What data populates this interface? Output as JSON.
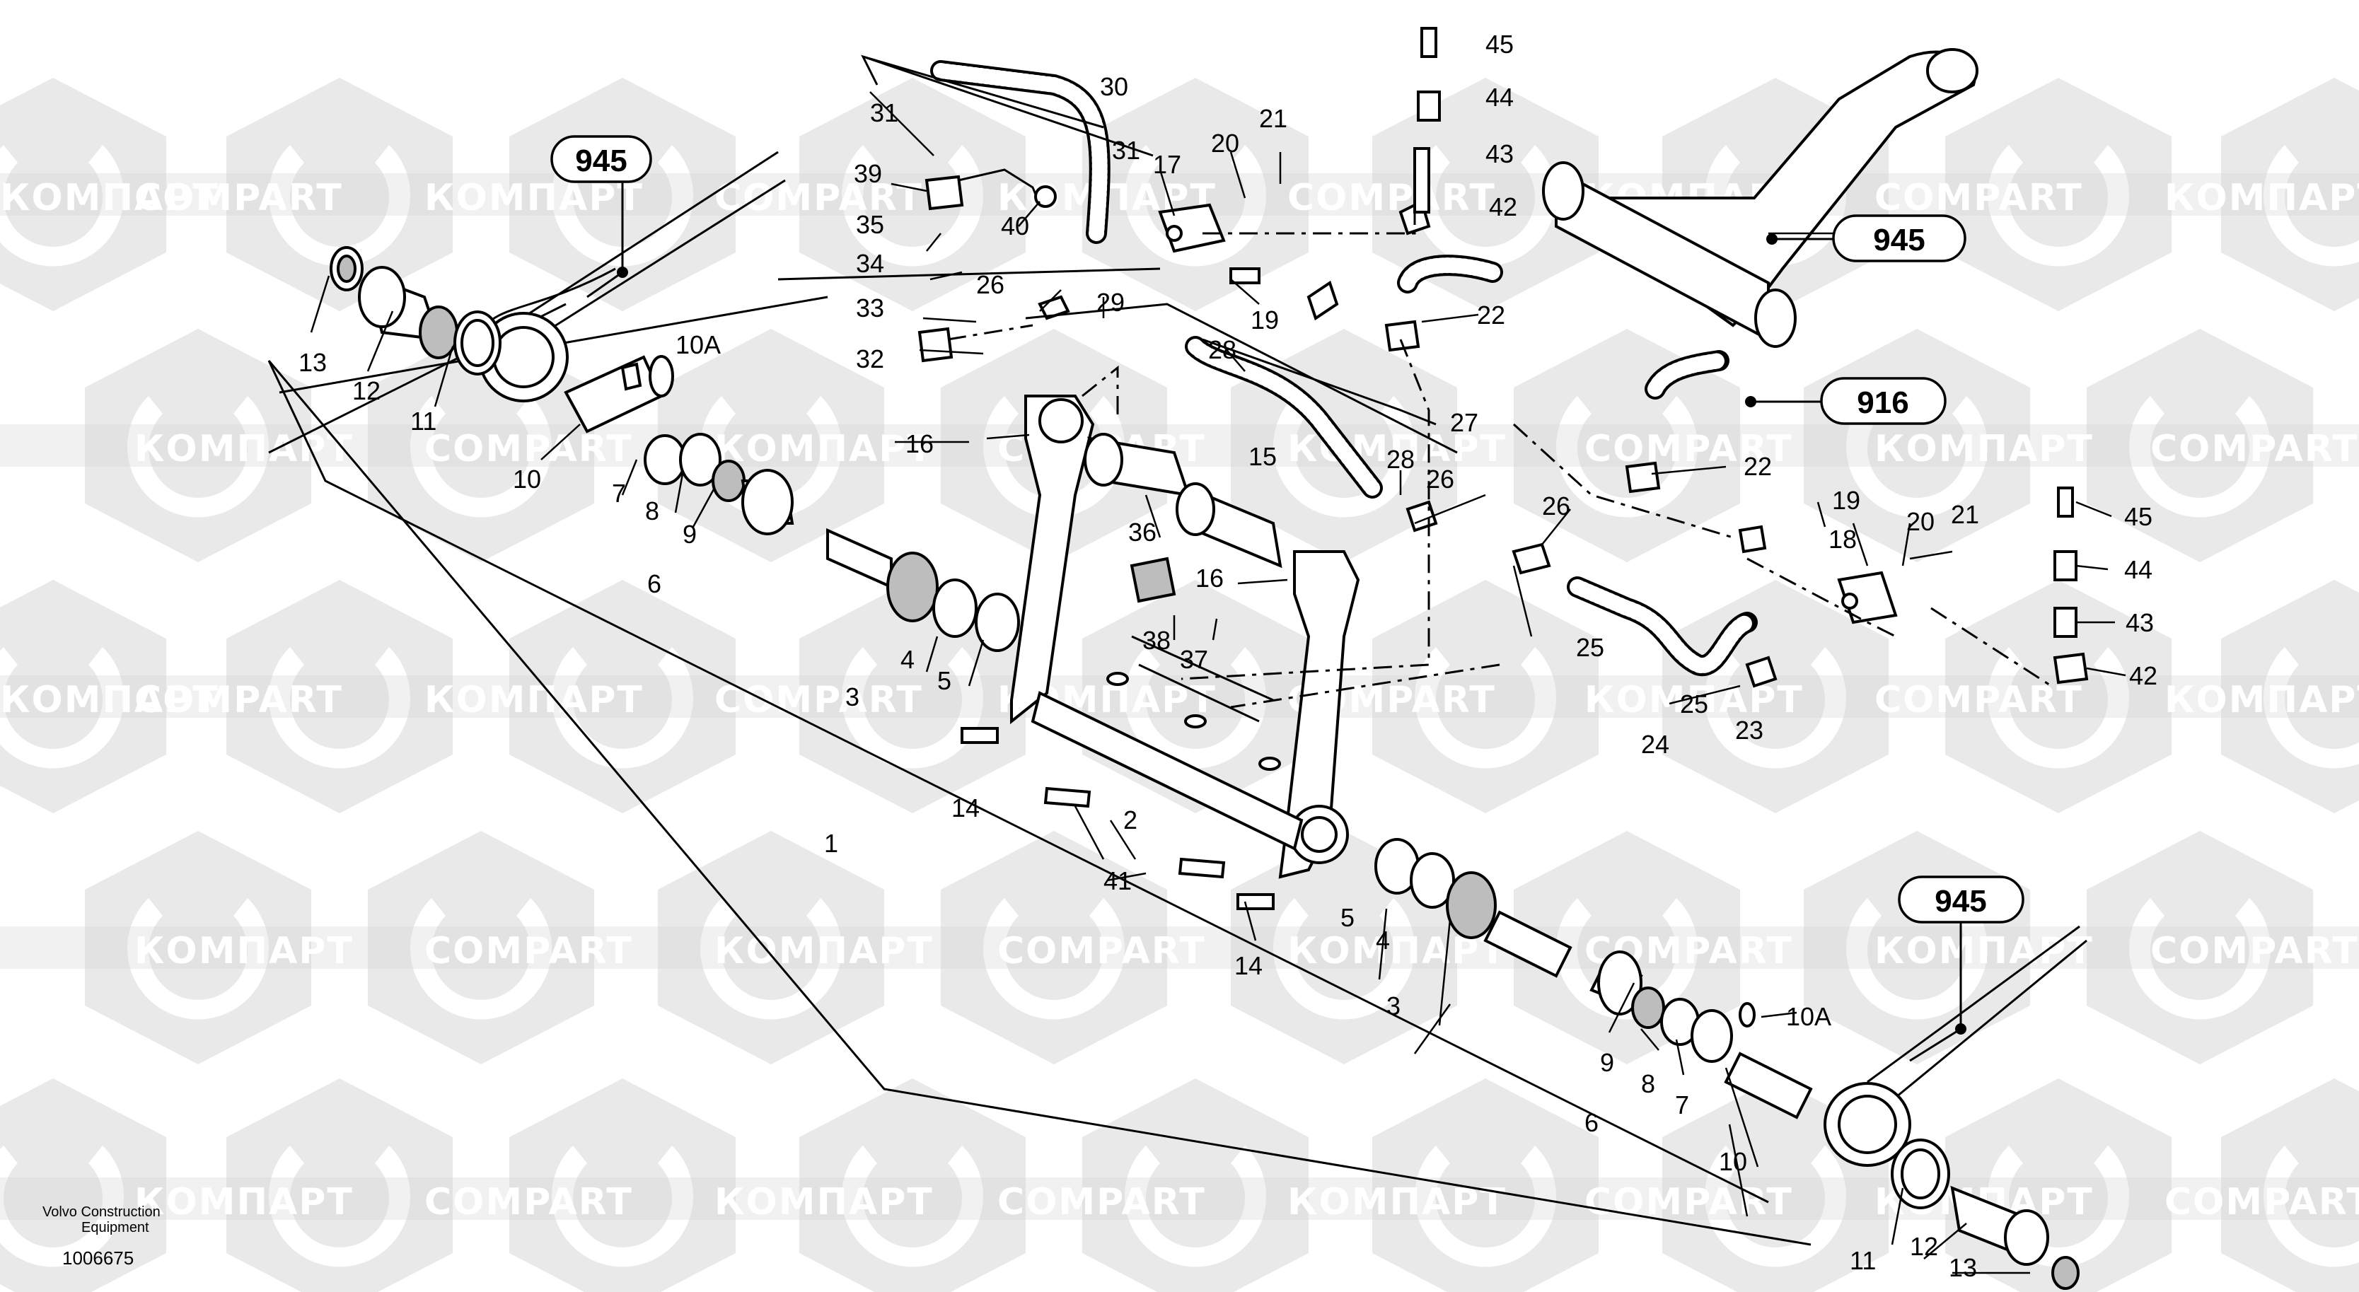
{
  "footer": {
    "maker_line1": "Volvo Construction",
    "maker_line2": "Equipment",
    "drawing_number": "1006675"
  },
  "watermark": {
    "cyrillic": "КОМПАРТ",
    "latin": "COMPART"
  },
  "references": {
    "ref_945_upper_left": "945",
    "ref_945_upper_right": "945",
    "ref_916": "916",
    "ref_945_lower_right": "945"
  },
  "callouts": {
    "c1": "1",
    "c2": "2",
    "c3a": "3",
    "c3b": "3",
    "c4a": "4",
    "c4b": "4",
    "c5a": "5",
    "c5b": "5",
    "c6a": "6",
    "c6b": "6",
    "c7a": "7",
    "c7b": "7",
    "c8a": "8",
    "c8b": "8",
    "c9a": "9",
    "c9b": "9",
    "c10a": "10",
    "c10b": "10",
    "c10Aa": "10A",
    "c10Ab": "10A",
    "c11a": "11",
    "c11b": "11",
    "c12a": "12",
    "c12b": "12",
    "c13a": "13",
    "c13b": "13",
    "c14a": "14",
    "c14b": "14",
    "c15": "15",
    "c16a": "16",
    "c16b": "16",
    "c17": "17",
    "c18": "18",
    "c19a": "19",
    "c19b": "19",
    "c20a": "20",
    "c20b": "20",
    "c21a": "21",
    "c21b": "21",
    "c22a": "22",
    "c22b": "22",
    "c23": "23",
    "c24": "24",
    "c25a": "25",
    "c25b": "25",
    "c26a": "26",
    "c26b": "26",
    "c26c": "26",
    "c27": "27",
    "c28a": "28",
    "c28b": "28",
    "c29": "29",
    "c30": "30",
    "c31a": "31",
    "c31b": "31",
    "c32": "32",
    "c33": "33",
    "c34": "34",
    "c35": "35",
    "c36": "36",
    "c37": "37",
    "c38": "38",
    "c39": "39",
    "c40": "40",
    "c41": "41",
    "c42a": "42",
    "c42b": "42",
    "c43a": "43",
    "c43b": "43",
    "c44a": "44",
    "c44b": "44",
    "c45a": "45",
    "c45b": "45"
  }
}
